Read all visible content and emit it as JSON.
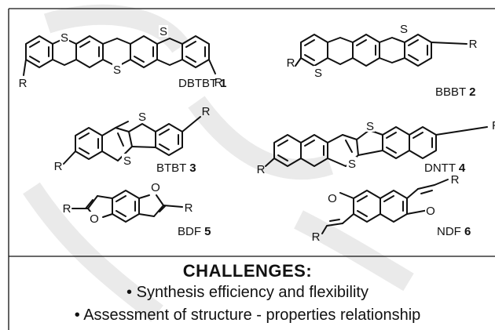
{
  "compounds": [
    {
      "name": "DBTBT",
      "number": "1",
      "atoms": {
        "S_top_left": "S",
        "S_top_right": "S",
        "S_bottom": "S",
        "R_left": "R",
        "R_right": "R"
      }
    },
    {
      "name": "BBBT",
      "number": "2",
      "atoms": {
        "S_top": "S",
        "S_bottom": "S",
        "R_left": "R",
        "R_right": "R"
      }
    },
    {
      "name": "BTBT",
      "number": "3",
      "atoms": {
        "S_top": "S",
        "S_bottom": "S",
        "R_top": "R",
        "R_bottom": "R"
      }
    },
    {
      "name": "DNTT",
      "number": "4",
      "atoms": {
        "S_top": "S",
        "S_bottom": "S",
        "R_left": "R",
        "R_right": "R"
      }
    },
    {
      "name": "BDF",
      "number": "5",
      "atoms": {
        "O_top": "O",
        "O_bottom": "O",
        "R_left": "R",
        "R_right": "R"
      }
    },
    {
      "name": "NDF",
      "number": "6",
      "atoms": {
        "O_left": "O",
        "O_right": "O",
        "R_top": "R",
        "R_bottom": "R"
      }
    }
  ],
  "challenges": {
    "title": "CHALLENGES:",
    "items": [
      "• Synthesis efficiency and flexibility",
      "• Assessment of structure - properties relationship"
    ]
  }
}
